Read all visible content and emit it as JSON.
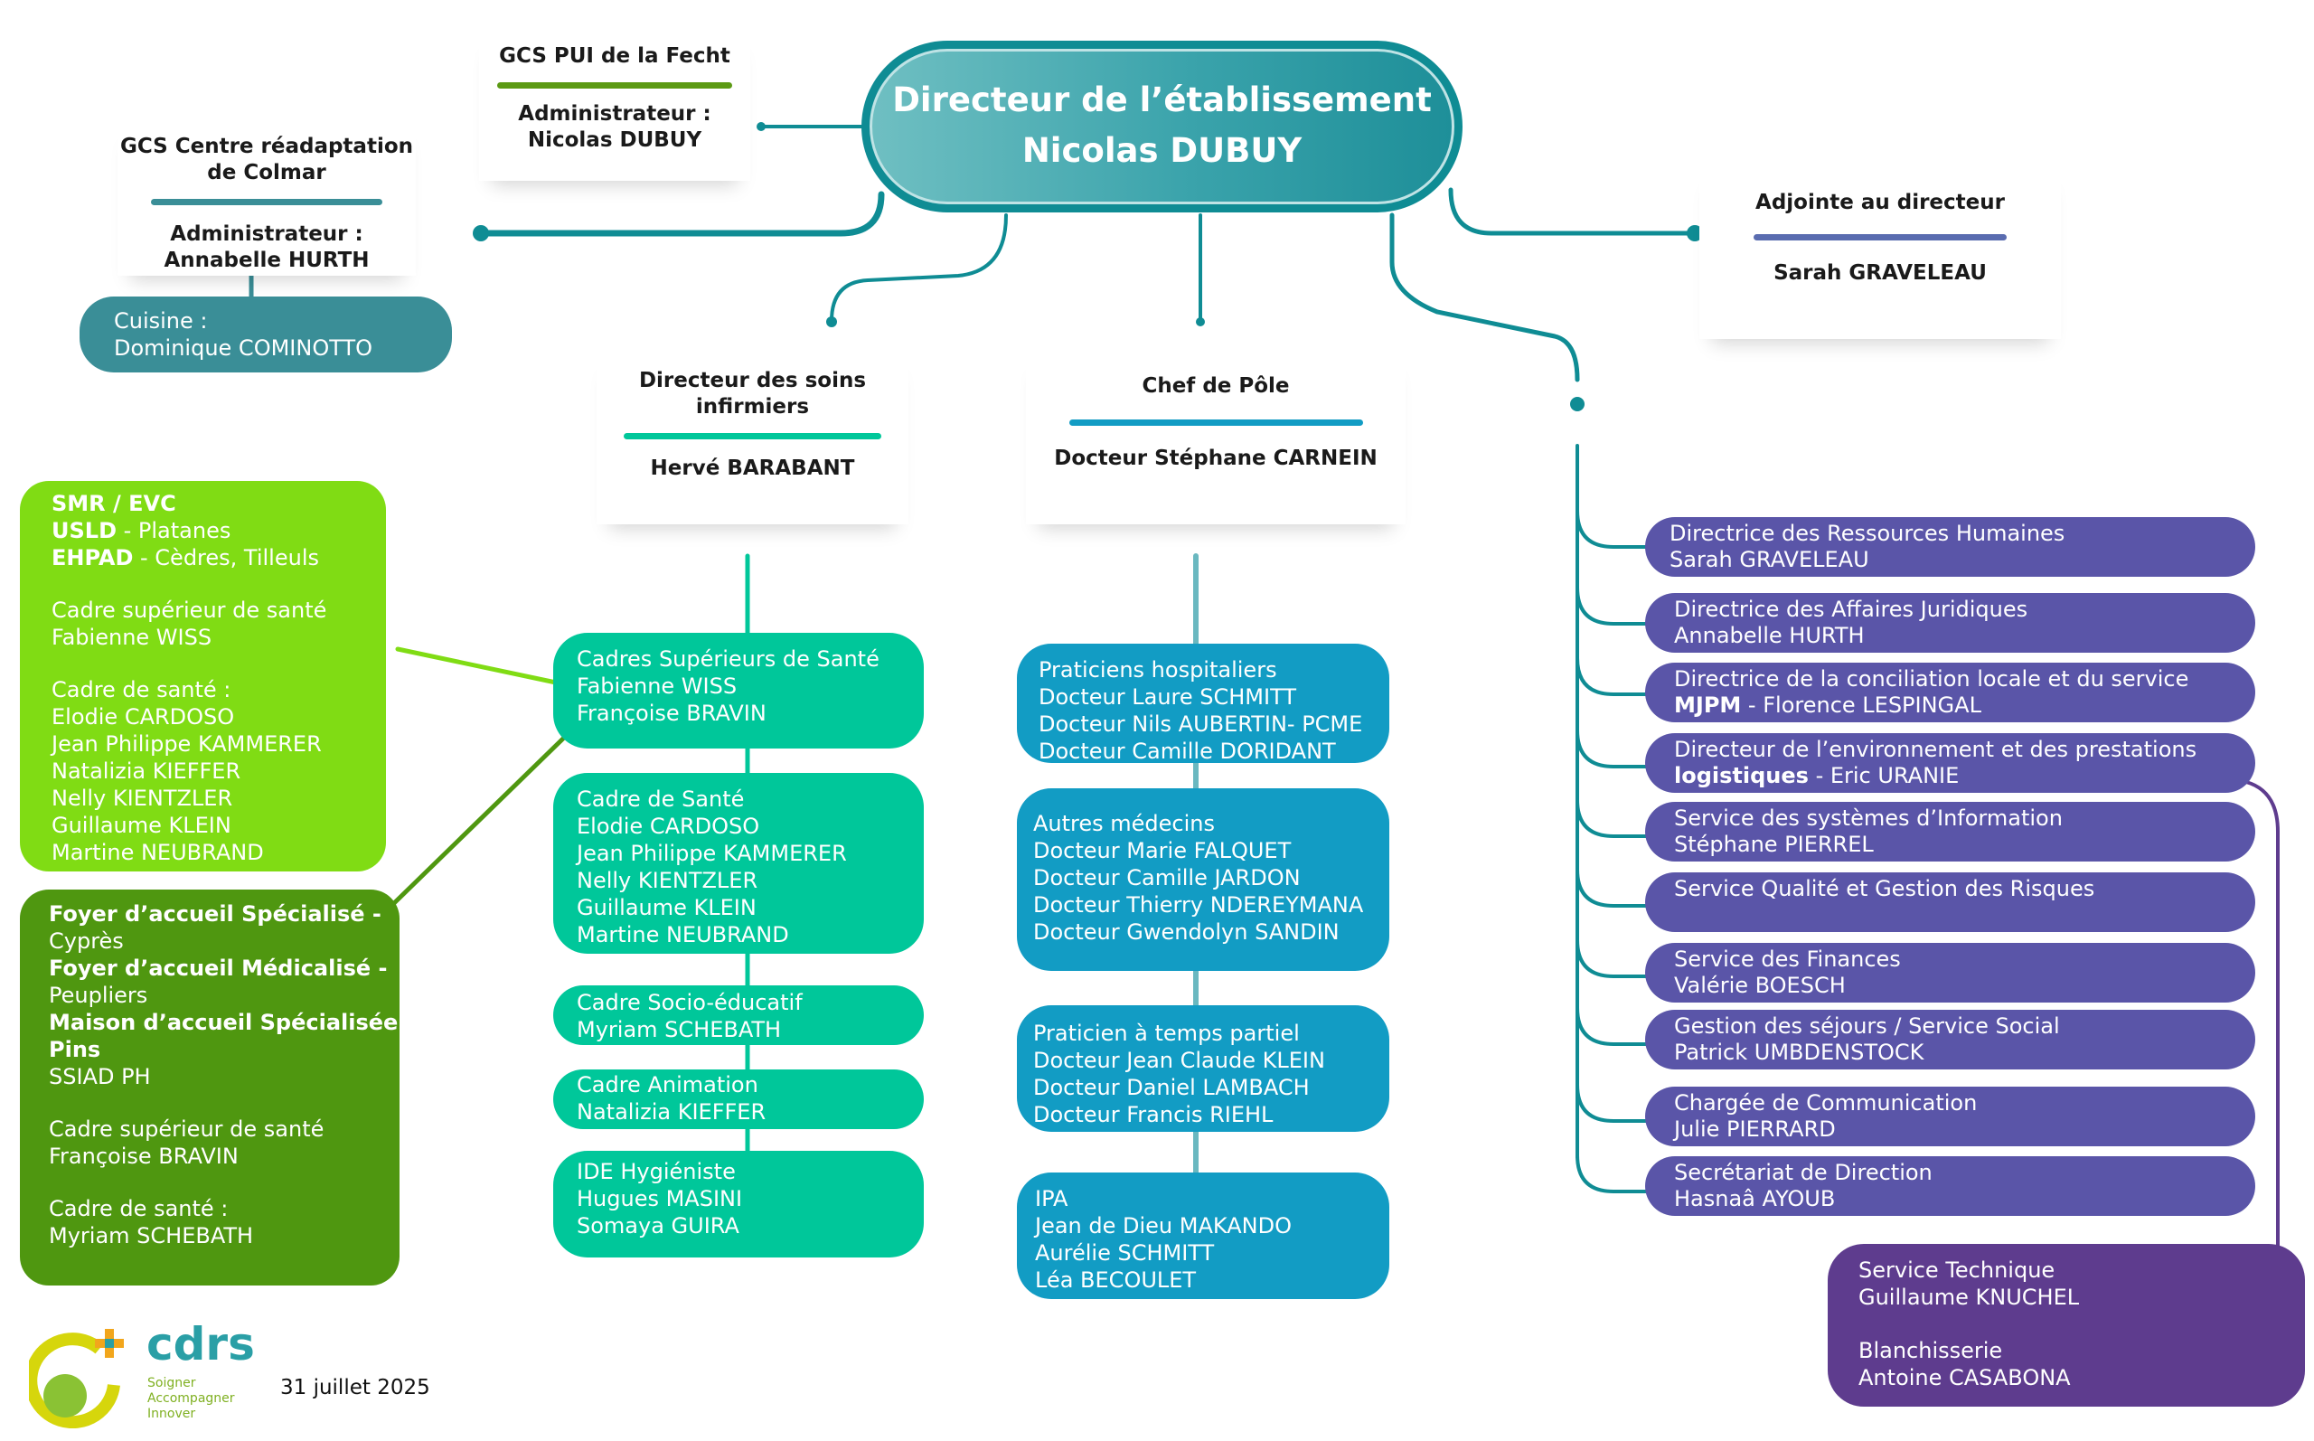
{
  "director": {
    "title": "Directeur de l’établissement",
    "name": "Nicolas DUBUY"
  },
  "gcs_pui": {
    "title": "GCS PUI de la Fecht",
    "role": "Administrateur :",
    "name": "Nicolas DUBUY"
  },
  "gcs_colmar": {
    "title_l1": "GCS Centre réadaptation",
    "title_l2": "de Colmar",
    "role": "Administrateur :",
    "name": "Annabelle HURTH"
  },
  "cuisine": {
    "label": "Cuisine :",
    "name": "Dominique COMINOTTO"
  },
  "adjointe": {
    "title": "Adjointe au directeur",
    "name": "Sarah GRAVELEAU"
  },
  "dsi": {
    "title_l1": "Directeur des soins",
    "title_l2": "infirmiers",
    "name": "Hervé BARABANT"
  },
  "chef_pole": {
    "title": "Chef de Pôle",
    "name": "Docteur Stéphane CARNEIN"
  },
  "smr_box": {
    "l1b": "SMR / EVC",
    "l2b": "USLD",
    "l2": " - Platanes",
    "l3b": "EHPAD",
    "l3": " - Cèdres, Tilleuls",
    "l4": "Cadre supérieur de santé",
    "l5": "Fabienne WISS",
    "l6": "Cadre de santé :",
    "names": [
      "Elodie CARDOSO",
      "Jean Philippe KAMMERER",
      "Natalizia KIEFFER",
      "Nelly KIENTZLER",
      "Guillaume KLEIN",
      "Martine NEUBRAND"
    ]
  },
  "foyer_box": {
    "l1b": "Foyer d’accueil Spécialisé -",
    "l1": "Cyprès",
    "l2b": "Foyer d’accueil Médicalisé -",
    "l2": "Peupliers",
    "l3b": "Maison d’accueil Spécialisée -",
    "l3b2": "Pins",
    "l3": "SSIAD PH",
    "l4": "Cadre supérieur de santé",
    "l5": "Françoise BRAVIN",
    "l6": "Cadre de santé :",
    "l7": "Myriam SCHEBATH"
  },
  "soins": [
    {
      "title": "Cadres Supérieurs de Santé",
      "names": [
        "Fabienne WISS",
        "Françoise BRAVIN"
      ]
    },
    {
      "title": "Cadre de Santé",
      "names": [
        "Elodie CARDOSO",
        "Jean Philippe KAMMERER",
        "Nelly KIENTZLER",
        "Guillaume KLEIN",
        "Martine NEUBRAND"
      ]
    },
    {
      "title": "Cadre Socio-éducatif",
      "names": [
        "Myriam SCHEBATH"
      ]
    },
    {
      "title": "Cadre Animation",
      "names": [
        "Natalizia KIEFFER"
      ]
    },
    {
      "title": "IDE Hygiéniste",
      "names": [
        "Hugues MASINI",
        "Somaya GUIRA"
      ]
    }
  ],
  "medical": [
    {
      "title": "Praticiens hospitaliers",
      "names": [
        "Docteur Laure SCHMITT",
        "Docteur Nils AUBERTIN- PCME",
        "Docteur Camille DORIDANT"
      ]
    },
    {
      "title": "Autres médecins",
      "names": [
        "Docteur Marie FALQUET",
        "Docteur Camille JARDON",
        "Docteur Thierry NDEREYMANA",
        "Docteur Gwendolyn SANDIN"
      ]
    },
    {
      "title": "Praticien à temps partiel",
      "names": [
        "Docteur Jean Claude KLEIN",
        "Docteur Daniel LAMBACH",
        "Docteur Francis RIEHL"
      ]
    },
    {
      "title": "IPA",
      "names": [
        "Jean de Dieu MAKANDO",
        "Aurélie SCHMITT",
        "Léa BECOULET"
      ]
    }
  ],
  "admin": [
    {
      "l1": "Directrice des Ressources Humaines",
      "l2": "Sarah GRAVELEAU"
    },
    {
      "l1": "Directrice des Affaires Juridiques",
      "l2": "Annabelle HURTH"
    },
    {
      "l1": "Directrice de la conciliation locale et du service",
      "l2a": "MJPM",
      "l2": " - Florence LESPINGAL"
    },
    {
      "l1": "Directeur de l’environnement et des prestations",
      "l2a": "logistiques",
      "l2": " - Eric URANIE"
    },
    {
      "l1": "Service des systèmes d’Information",
      "l2": "Stéphane PIERREL"
    },
    {
      "l1": "Service Qualité et Gestion des Risques",
      "l2": ""
    },
    {
      "l1": "Service des Finances",
      "l2": "Valérie BOESCH"
    },
    {
      "l1": "Gestion des séjours / Service Social",
      "l2": "Patrick UMBDENSTOCK"
    },
    {
      "l1": "Chargée de Communication",
      "l2": "Julie PIERRARD"
    },
    {
      "l1": "Secrétariat de Direction",
      "l2": "Hasnaâ AYOUB"
    }
  ],
  "technique": {
    "l1": "Service Technique",
    "l2": "Guillaume KNUCHEL",
    "l3": "Blanchisserie",
    "l4": "Antoine CASABONA"
  },
  "logo": {
    "name": "cdrs",
    "tag1": "Soigner",
    "tag2": "Accompagner",
    "tag3": "Innover"
  },
  "date": "31 juillet 2025",
  "colors": {
    "teal": "#0f8c94",
    "green_bright": "#80dc14",
    "green_dark": "#4f9710",
    "teal_bright": "#00c79a",
    "blue": "#129cc4",
    "indigo": "#5a55a8",
    "purple": "#5e3c8e"
  }
}
